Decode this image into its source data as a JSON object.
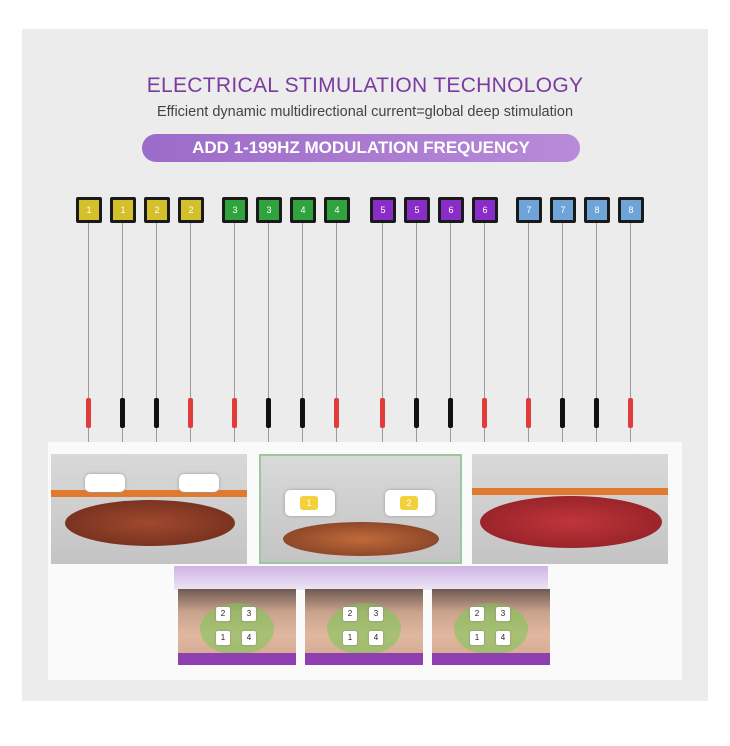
{
  "heading": "ELECTRICAL STIMULATION TECHNOLOGY",
  "subheading": "Efficient dynamic multidirectional current=global deep stimulation",
  "banner": "ADD 1-199HZ MODULATION FREQUENCY",
  "colors": {
    "title": "#7a3aa0",
    "yellow": "#d4c02b",
    "green": "#2fa43c",
    "purple": "#8a2cc8",
    "blue": "#6fa4d8",
    "red_tip": "#e23b3b",
    "black_tip": "#111111"
  },
  "electrodes": [
    {
      "label": "1",
      "color": "yellow"
    },
    {
      "label": "1",
      "color": "yellow"
    },
    {
      "label": "2",
      "color": "yellow"
    },
    {
      "label": "2",
      "color": "yellow"
    },
    {
      "label": "3",
      "color": "green"
    },
    {
      "label": "3",
      "color": "green"
    },
    {
      "label": "4",
      "color": "green"
    },
    {
      "label": "4",
      "color": "green"
    },
    {
      "label": "5",
      "color": "purple"
    },
    {
      "label": "5",
      "color": "purple"
    },
    {
      "label": "6",
      "color": "purple"
    },
    {
      "label": "6",
      "color": "purple"
    },
    {
      "label": "7",
      "color": "blue"
    },
    {
      "label": "7",
      "color": "blue"
    },
    {
      "label": "8",
      "color": "blue"
    },
    {
      "label": "8",
      "color": "blue"
    }
  ],
  "pad_labels": {
    "left": "1",
    "right": "2"
  },
  "belly_pad_labels": [
    "2",
    "3",
    "1",
    "4"
  ]
}
